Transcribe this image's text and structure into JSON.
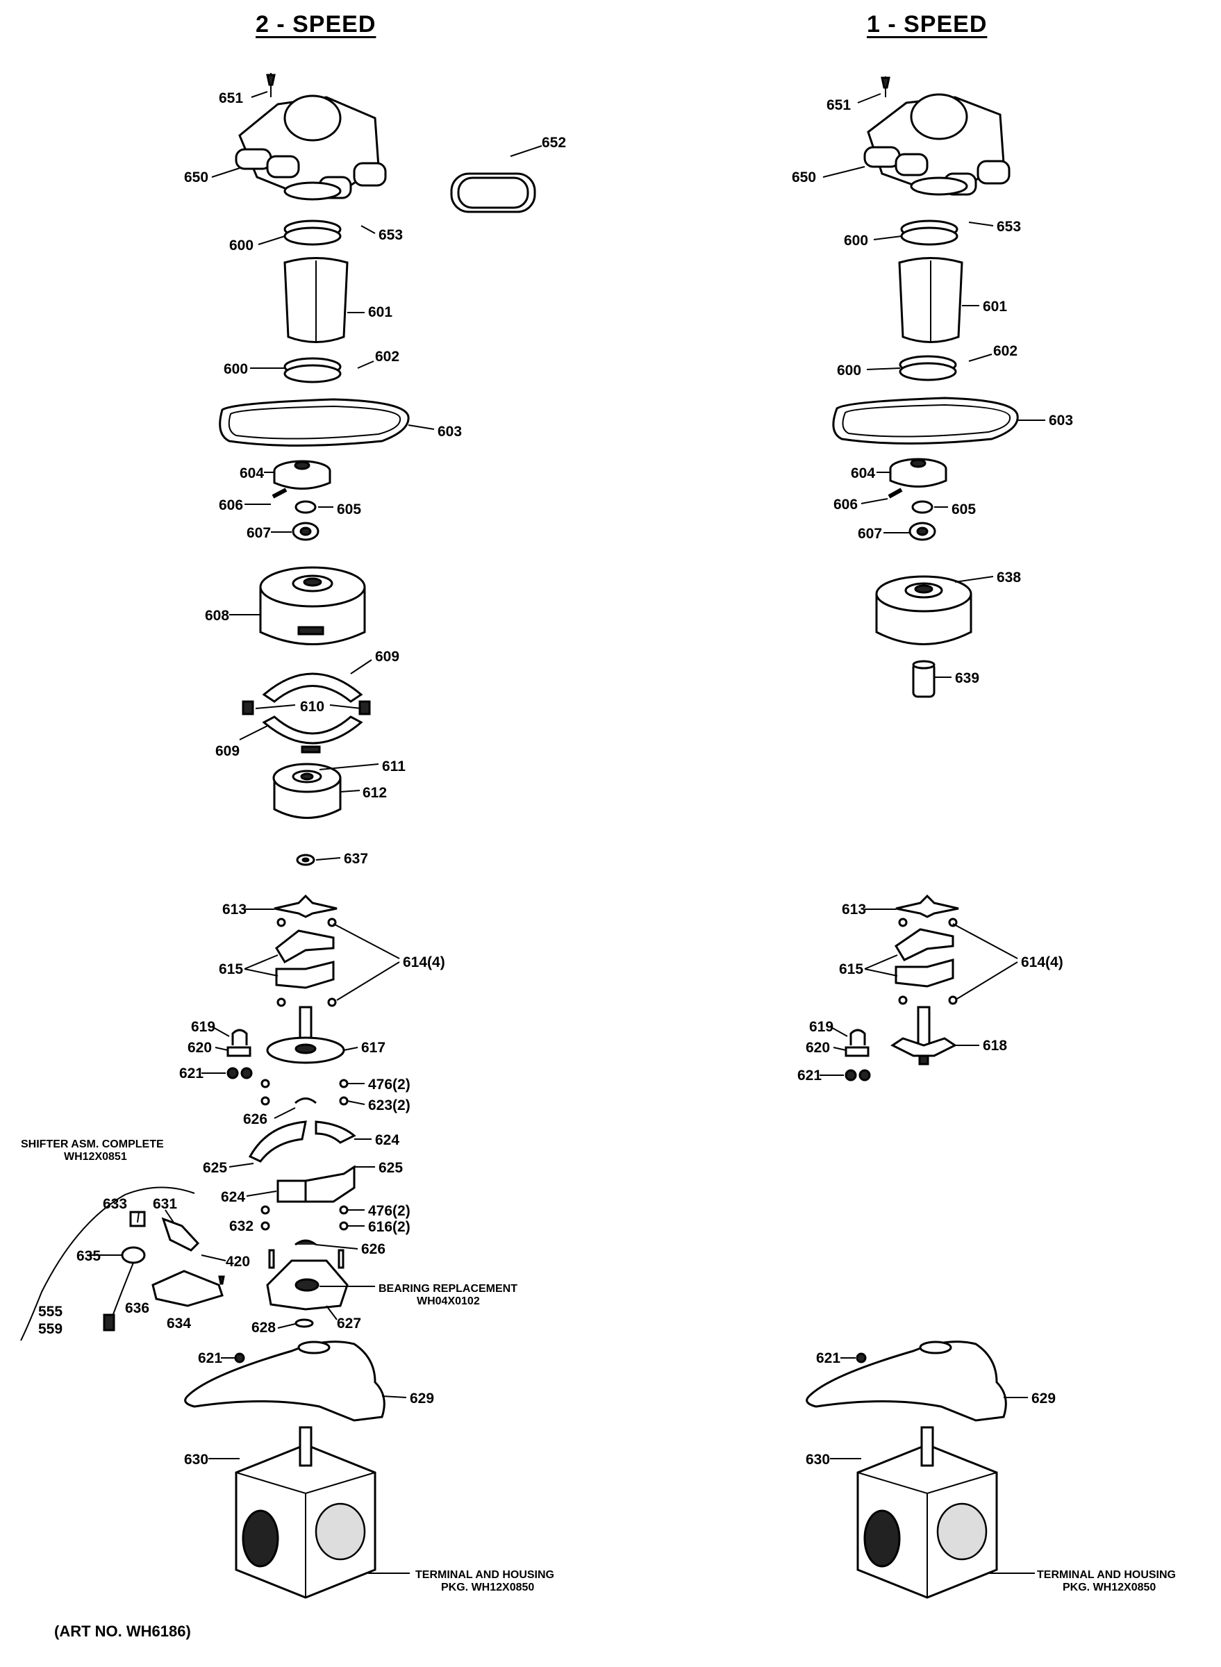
{
  "headers": {
    "left": "2 - SPEED",
    "right": "1 - SPEED"
  },
  "art_number": "(ART NO. WH6186)",
  "notes": {
    "shifter_title": "SHIFTER ASM. COMPLETE",
    "shifter_part": "WH12X0851",
    "bearing_title": "BEARING REPLACEMENT",
    "bearing_part": "WH04X0102",
    "terminal_left_title": "TERMINAL AND HOUSING",
    "terminal_left_part": "PKG. WH12X0850",
    "terminal_right_title": "TERMINAL AND HOUSING",
    "terminal_right_part": "PKG. WH12X0850"
  },
  "labels": {
    "left": [
      "651",
      "650",
      "653",
      "652",
      "600",
      "601",
      "600",
      "602",
      "603",
      "604",
      "606",
      "605",
      "607",
      "608",
      "609",
      "610",
      "609",
      "611",
      "612",
      "637",
      "613",
      "615",
      "614(4)",
      "619",
      "620",
      "617",
      "621",
      "476(2)",
      "626",
      "623(2)",
      "624",
      "625",
      "625",
      "624",
      "476(2)",
      "632",
      "616(2)",
      "633",
      "631",
      "635",
      "420",
      "626",
      "636",
      "634",
      "555",
      "559",
      "628",
      "627",
      "621",
      "629",
      "630"
    ],
    "right": [
      "651",
      "650",
      "653",
      "600",
      "601",
      "600",
      "602",
      "603",
      "604",
      "606",
      "605",
      "607",
      "638",
      "639",
      "613",
      "615",
      "614(4)",
      "619",
      "620",
      "618",
      "621",
      "621",
      "629",
      "630"
    ]
  }
}
